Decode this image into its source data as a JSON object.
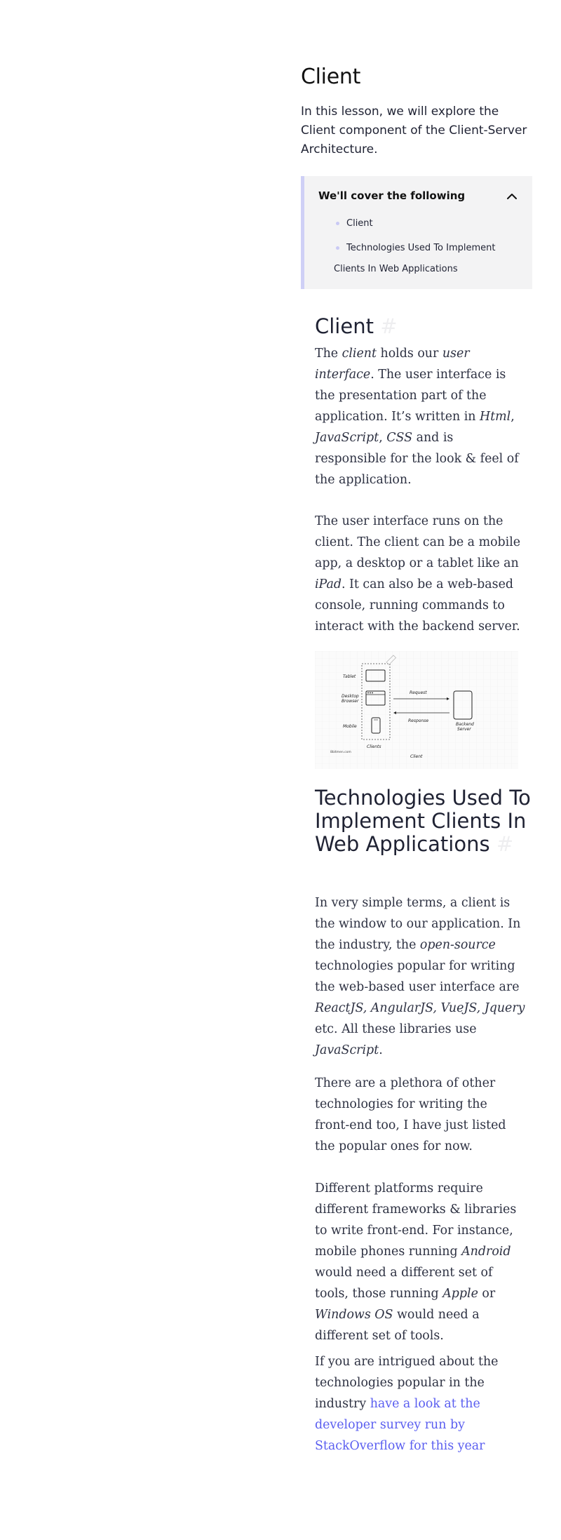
{
  "lesson": {
    "title": "Client",
    "description": "In this lesson, we will explore the Client component of the Client-Server Architecture."
  },
  "toc": {
    "header": "We'll cover the following",
    "items": [
      "Client",
      "Technologies Used To Implement Clients In Web Applications"
    ]
  },
  "section_client": {
    "heading": "Client",
    "anchor": "#",
    "p1": {
      "t1": "The ",
      "e1": "client",
      "t2": " holds our ",
      "e2": "user interface",
      "t3": ". The user interface is the presentation part of the application. It’s written in ",
      "e3": "Html",
      "t4": ", ",
      "e4": "JavaScript",
      "t5": ", ",
      "e5": "CSS",
      "t6": " and is responsible for the look & feel of the application."
    },
    "p2": {
      "t1": "The user interface runs on the client. The client can be a mobile app, a desktop or a tablet like an ",
      "e1": "iPad",
      "t2": ". It can also be a web-based console, running commands to interact with the backend server."
    }
  },
  "diagram": {
    "labels": {
      "tablet": "Tablet",
      "desktop": "Desktop",
      "browser": "Browser",
      "mobile": "Mobile",
      "clients": "Clients",
      "request": "Request",
      "response": "Response",
      "backend": "Backend",
      "server": "Server",
      "client": "Client",
      "watermark": "8bitmen.com"
    }
  },
  "section_tech": {
    "heading": "Technologies Used To Implement Clients In Web Applications",
    "anchor": "#",
    "p1": {
      "t1": "In very simple terms, a client is the window to our application. In the industry, the ",
      "e1": "open-source",
      "t2": " technologies popular for writing the web-based user interface are ",
      "e2": "ReactJS, AngularJS, VueJS, Jquery",
      "t3": " etc. All these libraries use ",
      "e3": "JavaScript",
      "t4": "."
    },
    "p2": "There are a plethora of other technologies for writing the front-end too, I have just listed the popular ones for now.",
    "p3": {
      "t1": "Different platforms require different frameworks & libraries to write front-end. For instance, mobile phones running ",
      "e1": "Android",
      "t2": " would need a different set of tools, those running ",
      "e2": "Apple",
      "t3": " or ",
      "e3": "Windows OS",
      "t4": " would need a different set of tools."
    },
    "p4": {
      "t1": "If you are intrigued about the technologies popular in the industry ",
      "link": "have a look at the developer survey run by StackOverflow for this year"
    }
  },
  "colors": {
    "accent_link": "#5a5ef0",
    "toc_border": "#cfd0f6",
    "toc_bg": "#f3f3f4"
  }
}
